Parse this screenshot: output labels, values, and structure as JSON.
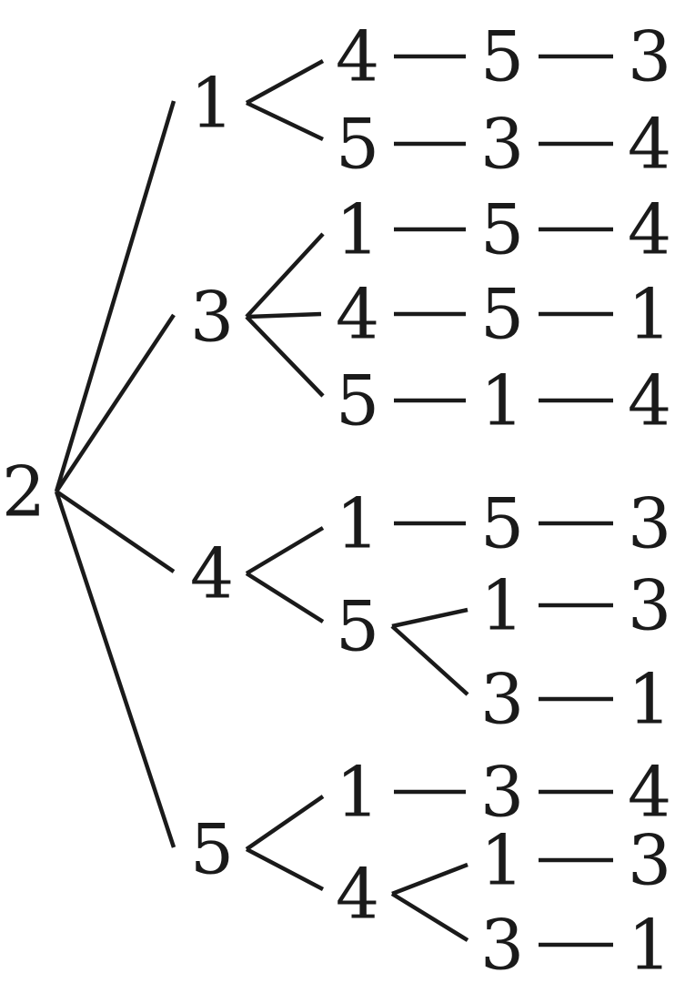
{
  "diagram": {
    "type": "tree",
    "root": {
      "label": "2",
      "children": [
        {
          "label": "1",
          "children": [
            {
              "label": "4",
              "children": [
                {
                  "label": "5",
                  "children": [
                    {
                      "label": "3",
                      "children": []
                    }
                  ]
                }
              ]
            },
            {
              "label": "5",
              "children": [
                {
                  "label": "3",
                  "children": [
                    {
                      "label": "4",
                      "children": []
                    }
                  ]
                }
              ]
            }
          ]
        },
        {
          "label": "3",
          "children": [
            {
              "label": "1",
              "children": [
                {
                  "label": "5",
                  "children": [
                    {
                      "label": "4",
                      "children": []
                    }
                  ]
                }
              ]
            },
            {
              "label": "4",
              "children": [
                {
                  "label": "5",
                  "children": [
                    {
                      "label": "1",
                      "children": []
                    }
                  ]
                }
              ]
            },
            {
              "label": "5",
              "children": [
                {
                  "label": "1",
                  "children": [
                    {
                      "label": "4",
                      "children": []
                    }
                  ]
                }
              ]
            }
          ]
        },
        {
          "label": "4",
          "children": [
            {
              "label": "1",
              "children": [
                {
                  "label": "5",
                  "children": [
                    {
                      "label": "3",
                      "children": []
                    }
                  ]
                }
              ]
            },
            {
              "label": "5",
              "children": [
                {
                  "label": "1",
                  "children": [
                    {
                      "label": "3",
                      "children": []
                    }
                  ]
                },
                {
                  "label": "3",
                  "children": [
                    {
                      "label": "1",
                      "children": []
                    }
                  ]
                }
              ]
            }
          ]
        },
        {
          "label": "5",
          "children": [
            {
              "label": "1",
              "children": [
                {
                  "label": "3",
                  "children": [
                    {
                      "label": "4",
                      "children": []
                    }
                  ]
                }
              ]
            },
            {
              "label": "4",
              "children": [
                {
                  "label": "1",
                  "children": [
                    {
                      "label": "3",
                      "children": []
                    }
                  ]
                },
                {
                  "label": "3",
                  "children": [
                    {
                      "label": "1",
                      "children": []
                    }
                  ]
                }
              ]
            }
          ]
        }
      ]
    }
  }
}
